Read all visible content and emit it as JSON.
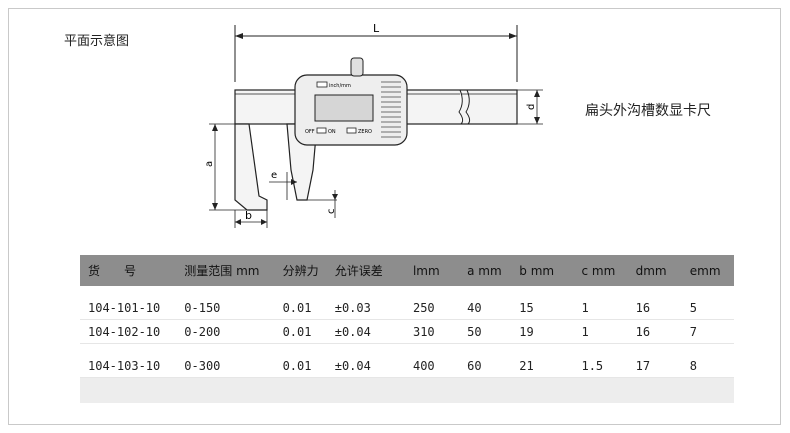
{
  "page": {
    "title": "平面示意图",
    "product_name": "扁头外沟槽数显卡尺"
  },
  "diagram": {
    "labels": {
      "L": "L",
      "d": "d",
      "a": "a",
      "b": "b",
      "c": "c",
      "e": "e"
    },
    "display_texts": {
      "inch_mm": "inch/mm",
      "off": "OFF",
      "on": "ON",
      "zero": "ZERO"
    }
  },
  "table": {
    "headers": [
      "货　　号",
      "测量范围 mm",
      "分辨力",
      "允许误差",
      "lmm",
      "a mm",
      "b mm",
      "c mm",
      "dmm",
      "emm"
    ],
    "rows": [
      [
        "104-101-10",
        "0-150",
        "0.01",
        "±0.03",
        "250",
        "40",
        "15",
        "1",
        "16",
        "5"
      ],
      [
        "104-102-10",
        "0-200",
        "0.01",
        "±0.04",
        "310",
        "50",
        "19",
        "1",
        "16",
        "7"
      ],
      [
        "104-103-10",
        "0-300",
        "0.01",
        "±0.04",
        "400",
        "60",
        "21",
        "1.5",
        "17",
        "8"
      ]
    ]
  }
}
